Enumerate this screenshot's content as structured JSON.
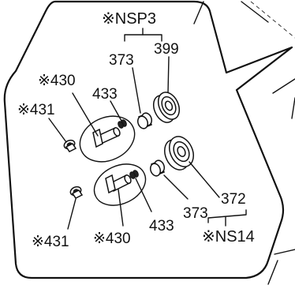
{
  "labels": {
    "nsp3": "※NSP3",
    "part_373_top": "373",
    "part_399": "399",
    "part_430_top": "※430",
    "part_433_top": "433",
    "part_431_top": "※431",
    "part_431_bottom": "※431",
    "part_430_bottom": "※430",
    "part_433_bottom": "433",
    "part_373_bottom": "373",
    "part_372": "372",
    "ns14": "※NS14"
  },
  "colors": {
    "line": "#111111",
    "background": "#ffffff"
  }
}
